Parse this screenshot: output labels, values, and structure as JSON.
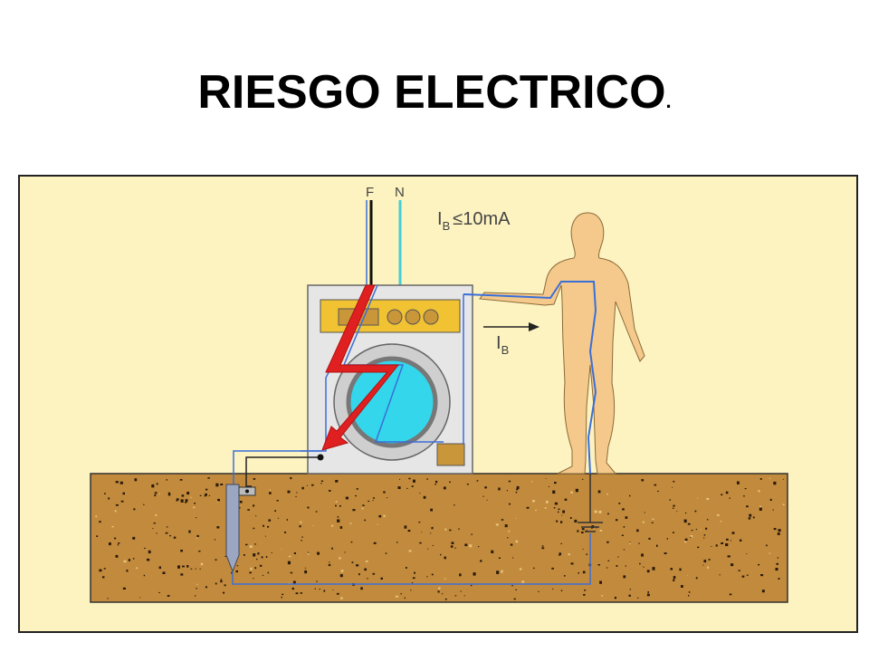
{
  "slide": {
    "title": "RIESGO ELECTRICO",
    "title_suffix": "."
  },
  "diagram": {
    "labels": {
      "phase": "F",
      "neutral": "N",
      "current_symbol": "I",
      "current_subscript": "B",
      "condition": "≤10mA"
    },
    "colors": {
      "background": "#fdf3c0",
      "soil": "#c28a3c",
      "body": "#f4c98b",
      "machine": "#e6e6e6",
      "panel": "#f1c232",
      "drum": "#33d6ea",
      "fault_arrow": "#e02020",
      "current_path": "#3a6fd8",
      "neutral_wire": "#46cfd6"
    }
  }
}
